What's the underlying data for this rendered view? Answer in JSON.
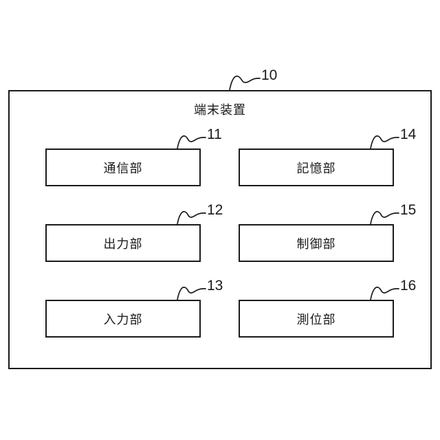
{
  "figure": {
    "device_label": "端末装置",
    "device_ref": "10"
  },
  "blocks": [
    {
      "name": "通信部",
      "ref": "11",
      "semantic": "communication-unit"
    },
    {
      "name": "記憶部",
      "ref": "14",
      "semantic": "storage-unit"
    },
    {
      "name": "出力部",
      "ref": "12",
      "semantic": "output-unit"
    },
    {
      "name": "制御部",
      "ref": "15",
      "semantic": "control-unit"
    },
    {
      "name": "入力部",
      "ref": "13",
      "semantic": "input-unit"
    },
    {
      "name": "測位部",
      "ref": "16",
      "semantic": "positioning-unit"
    }
  ],
  "colors": {
    "line": "#1a1a1a",
    "background": "#ffffff"
  }
}
